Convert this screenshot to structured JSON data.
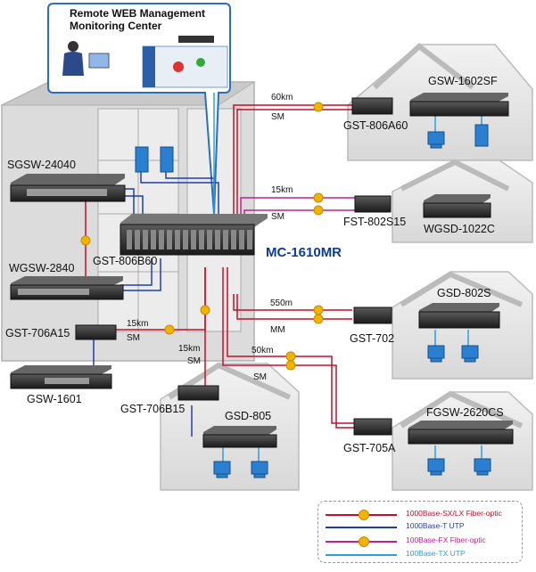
{
  "bubble": {
    "title_line1": "Remote WEB Management",
    "title_line2": "Monitoring Center"
  },
  "devices": {
    "central": "MC-1610MR",
    "chassis_module": "GST-806B60",
    "sgsw": "SGSW-24040",
    "wgsw": "WGSW-2840",
    "gst706a15": "GST-706A15",
    "gsw1601": "GSW-1601",
    "gst706b15": "GST-706B15",
    "gsd805": "GSD-805",
    "gsw1602sf": "GSW-1602SF",
    "gst806a60": "GST-806A60",
    "fst802s15": "FST-802S15",
    "wgsd1022c": "WGSD-1022C",
    "gsd802s": "GSD-802S",
    "gst702": "GST-702",
    "fgsw2620cs": "FGSW-2620CS",
    "gst705a": "GST-705A"
  },
  "links": {
    "l60_dist": "60km",
    "l60_mode": "SM",
    "l15a_dist": "15km",
    "l15a_mode": "SM",
    "l550_dist": "550m",
    "l550_mode": "MM",
    "l50_dist": "50km",
    "l50_mode": "SM",
    "lgst706a_dist": "15km",
    "lgst706a_mode": "SM",
    "lgst706b_dist": "15km",
    "lgst706b_mode": "SM"
  },
  "legend": [
    {
      "label": "1000Base-SX/LX Fiber-optic",
      "color": "#c0102a",
      "dot": true
    },
    {
      "label": "1000Base-T UTP",
      "color": "#1f3fa8",
      "dot": false
    },
    {
      "label": "100Base-FX Fiber-optic",
      "color": "#c02090",
      "dot": true
    },
    {
      "label": "100Base-TX UTP",
      "color": "#2aa0e0",
      "dot": false
    }
  ],
  "colors": {
    "fiber_gig": "#c0102a",
    "utp_gig": "#1f3fa8",
    "fiber_fast": "#c02090",
    "utp_fast": "#2aa0e0",
    "accent_title": "#0b3d91"
  }
}
